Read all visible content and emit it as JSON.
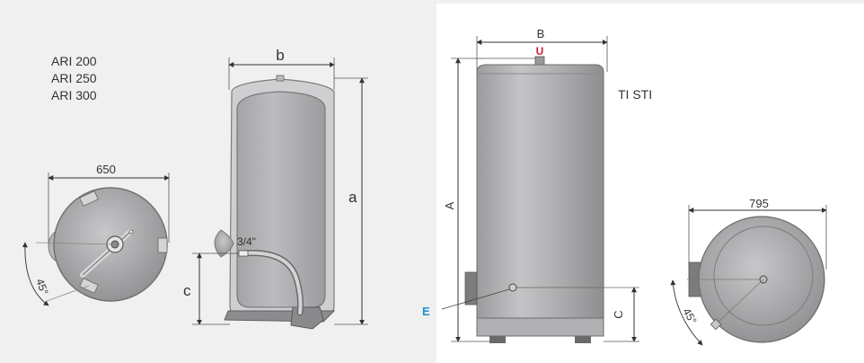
{
  "left_panel": {
    "models": [
      "ARI 200",
      "ARI 250",
      "ARI 300"
    ],
    "top_view": {
      "width_label": "650",
      "angle_label": "45°"
    },
    "side_view": {
      "width_label": "b",
      "height_label": "a",
      "connection_label": "c",
      "thread_label": "3/4\""
    }
  },
  "right_panel": {
    "model": "TI STI",
    "front_view": {
      "width_label": "B",
      "height_label": "A",
      "connection_label": "C",
      "outlet_label": "U",
      "inlet_label": "E"
    },
    "top_view": {
      "width_label": "795",
      "angle_label": "45°"
    }
  },
  "colors": {
    "background_left": "#f0f0f1",
    "background_right": "#ffffff",
    "tank_gray": "#a6a6a6",
    "outlet_red": "#d0203a",
    "inlet_blue": "#1f8fd0"
  }
}
